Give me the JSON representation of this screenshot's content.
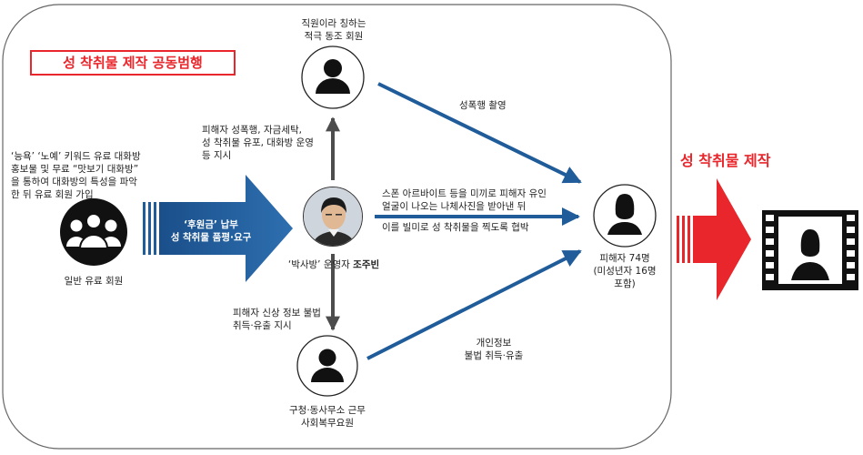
{
  "title": "성 착취물 제작 공동범행",
  "right_label": "성 착취물 제작",
  "nodes": {
    "members": {
      "desc": [
        "‘능욕’ ‘노예’ 키워드 유료 대화방",
        "홍보물 및 무료 “맛보기 대화방”",
        "을 통하여 대화방의 특성을 파악",
        "한 뒤 유료 회원 가입"
      ],
      "label": "일반 유료 회원"
    },
    "staff": {
      "label": [
        "직원이라 칭하는",
        "적극 동조 회원"
      ]
    },
    "operator": {
      "label_prefix": "‘박사방’ 운영자 ",
      "label_name": "조주빈"
    },
    "social_worker": {
      "label": [
        "구청·동사무소 근무",
        "사회복무요원"
      ]
    },
    "victims": {
      "label": [
        "피해자 74명",
        "(미성년자 16명",
        "포함)"
      ]
    }
  },
  "arrows": {
    "payment": [
      "‘후원금’ 납부",
      "성 착취물 품평·요구"
    ],
    "to_staff": [
      "피해자 성폭행, 자금세탁,",
      "성 착취물 유포, 대화방 운영",
      "등 지시"
    ],
    "to_social_worker": [
      "피해자 신상 정보 불법",
      "취득·유출 지시"
    ],
    "staff_to_victims": "성폭행 촬영",
    "operator_to_victims": [
      "스폰 아르바이트 등을 미끼로 피해자 유인",
      "얼굴이 나오는 나체사진을 받아낸 뒤",
      "이를 빌미로 성 착취물을 찍도록 협박"
    ],
    "social_worker_to_victims": [
      "개인정보",
      "불법 취득·유출"
    ]
  },
  "colors": {
    "accent_red": "#e8262b",
    "arrow_blue": "#1f5c99",
    "arrow_grey": "#4d4d4d",
    "frame_border": "#666666"
  }
}
